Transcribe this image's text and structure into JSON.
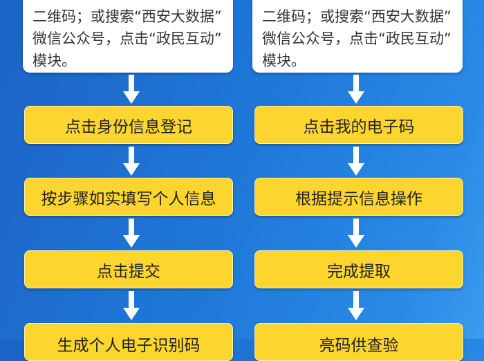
{
  "left": {
    "card_lines": [
      "二维码；或搜索“西安大数据”",
      "微信公众号，点击“政民互动”",
      "模块。"
    ],
    "steps": [
      "点击身份信息登记",
      "按步骤如实填写个人信息",
      "点击提交",
      "生成个人电子识别码"
    ]
  },
  "right": {
    "card_lines": [
      "二维码；或搜索“西安大数据”",
      "微信公众号，点击“政民互动”",
      "模块。"
    ],
    "steps": [
      "点击我的电子码",
      "根据提示信息操作",
      "完成提取",
      "亮码供查验"
    ]
  },
  "colors": {
    "background": "#1f78d8",
    "step_box": "#fcd52e",
    "arrow": "#ffffff"
  }
}
